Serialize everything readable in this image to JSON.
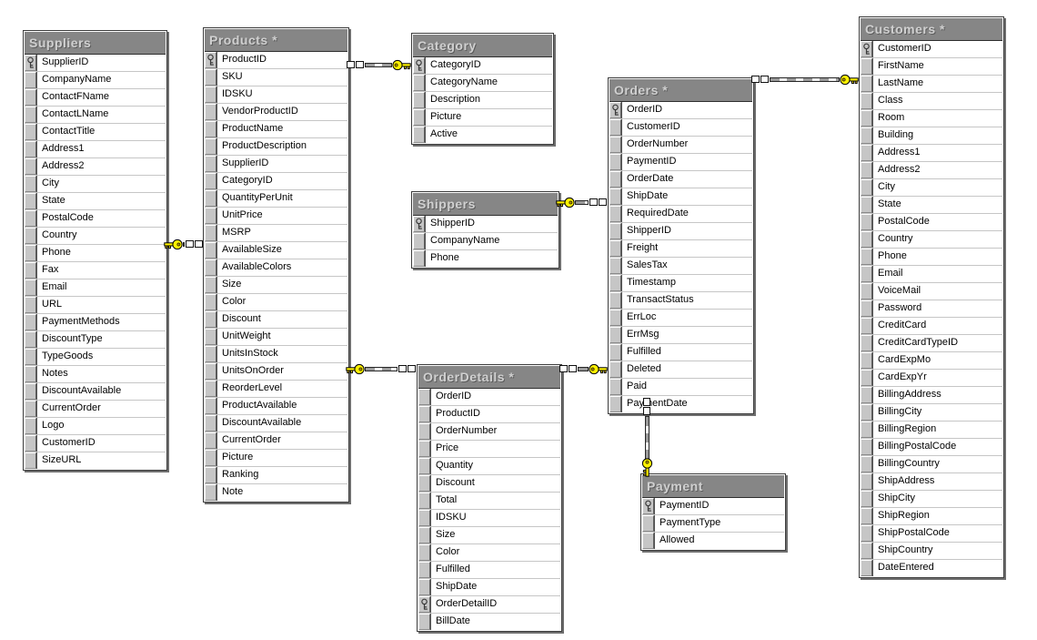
{
  "diagram": {
    "tables": {
      "suppliers": {
        "title": "Suppliers",
        "pk": "SupplierID",
        "fields": [
          "SupplierID",
          "CompanyName",
          "ContactFName",
          "ContactLName",
          "ContactTitle",
          "Address1",
          "Address2",
          "City",
          "State",
          "PostalCode",
          "Country",
          "Phone",
          "Fax",
          "Email",
          "URL",
          "PaymentMethods",
          "DiscountType",
          "TypeGoods",
          "Notes",
          "DiscountAvailable",
          "CurrentOrder",
          "Logo",
          "CustomerID",
          "SizeURL"
        ]
      },
      "products": {
        "title": "Products *",
        "pk": "ProductID",
        "fields": [
          "ProductID",
          "SKU",
          "IDSKU",
          "VendorProductID",
          "ProductName",
          "ProductDescription",
          "SupplierID",
          "CategoryID",
          "QuantityPerUnit",
          "UnitPrice",
          "MSRP",
          "AvailableSize",
          "AvailableColors",
          "Size",
          "Color",
          "Discount",
          "UnitWeight",
          "UnitsInStock",
          "UnitsOnOrder",
          "ReorderLevel",
          "ProductAvailable",
          "DiscountAvailable",
          "CurrentOrder",
          "Picture",
          "Ranking",
          "Note"
        ]
      },
      "category": {
        "title": "Category",
        "pk": "CategoryID",
        "fields": [
          "CategoryID",
          "CategoryName",
          "Description",
          "Picture",
          "Active"
        ]
      },
      "shippers": {
        "title": "Shippers",
        "pk": "ShipperID",
        "fields": [
          "ShipperID",
          "CompanyName",
          "Phone"
        ]
      },
      "orderdetails": {
        "title": "OrderDetails *",
        "pk": "OrderDetailID",
        "fields": [
          "OrderID",
          "ProductID",
          "OrderNumber",
          "Price",
          "Quantity",
          "Discount",
          "Total",
          "IDSKU",
          "Size",
          "Color",
          "Fulfilled",
          "ShipDate",
          "OrderDetailID",
          "BillDate"
        ]
      },
      "orders": {
        "title": "Orders *",
        "pk": "OrderID",
        "fields": [
          "OrderID",
          "CustomerID",
          "OrderNumber",
          "PaymentID",
          "OrderDate",
          "ShipDate",
          "RequiredDate",
          "ShipperID",
          "Freight",
          "SalesTax",
          "Timestamp",
          "TransactStatus",
          "ErrLoc",
          "ErrMsg",
          "Fulfilled",
          "Deleted",
          "Paid",
          "PaymentDate"
        ]
      },
      "payment": {
        "title": "Payment",
        "pk": "PaymentID",
        "fields": [
          "PaymentID",
          "PaymentType",
          "Allowed"
        ]
      },
      "customers": {
        "title": "Customers *",
        "pk": "CustomerID",
        "fields": [
          "CustomerID",
          "FirstName",
          "LastName",
          "Class",
          "Room",
          "Building",
          "Address1",
          "Address2",
          "City",
          "State",
          "PostalCode",
          "Country",
          "Phone",
          "Email",
          "VoiceMail",
          "Password",
          "CreditCard",
          "CreditCardTypeID",
          "CardExpMo",
          "CardExpYr",
          "BillingAddress",
          "BillingCity",
          "BillingRegion",
          "BillingPostalCode",
          "BillingCountry",
          "ShipAddress",
          "ShipCity",
          "ShipRegion",
          "ShipPostalCode",
          "ShipCountry",
          "DateEntered"
        ]
      }
    },
    "relationships": [
      {
        "one": "Suppliers",
        "many": "Products"
      },
      {
        "one": "Category",
        "many": "Products"
      },
      {
        "one": "Products",
        "many": "OrderDetails"
      },
      {
        "one": "Orders",
        "many": "OrderDetails"
      },
      {
        "one": "Shippers",
        "many": "Orders"
      },
      {
        "one": "Customers",
        "many": "Orders"
      },
      {
        "one": "Payment",
        "many": "Orders"
      }
    ],
    "colors": {
      "header_bg": "#868686",
      "header_text": "#d0d0d0",
      "key_yellow": "#fff200",
      "row_button": "#c6c6c6",
      "canvas": "#ffffff"
    }
  }
}
